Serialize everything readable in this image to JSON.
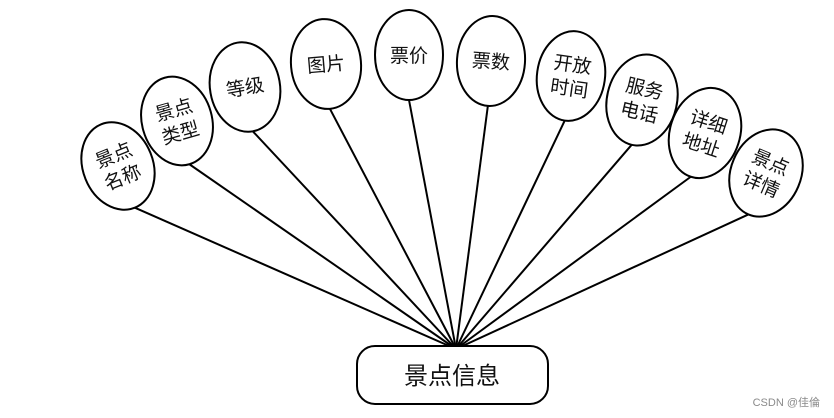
{
  "entity": {
    "label": "景点信息"
  },
  "attributes": [
    {
      "lines": [
        "景点",
        "名称"
      ]
    },
    {
      "lines": [
        "景点",
        "类型"
      ]
    },
    {
      "lines": [
        "等级"
      ]
    },
    {
      "lines": [
        "图片"
      ]
    },
    {
      "lines": [
        "票价"
      ]
    },
    {
      "lines": [
        "票数"
      ]
    },
    {
      "lines": [
        "开放",
        "时间"
      ]
    },
    {
      "lines": [
        "服务",
        "电话"
      ]
    },
    {
      "lines": [
        "详细",
        "地址"
      ]
    },
    {
      "lines": [
        "景点",
        "详情"
      ]
    }
  ],
  "watermark": "CSDN @佳倫"
}
